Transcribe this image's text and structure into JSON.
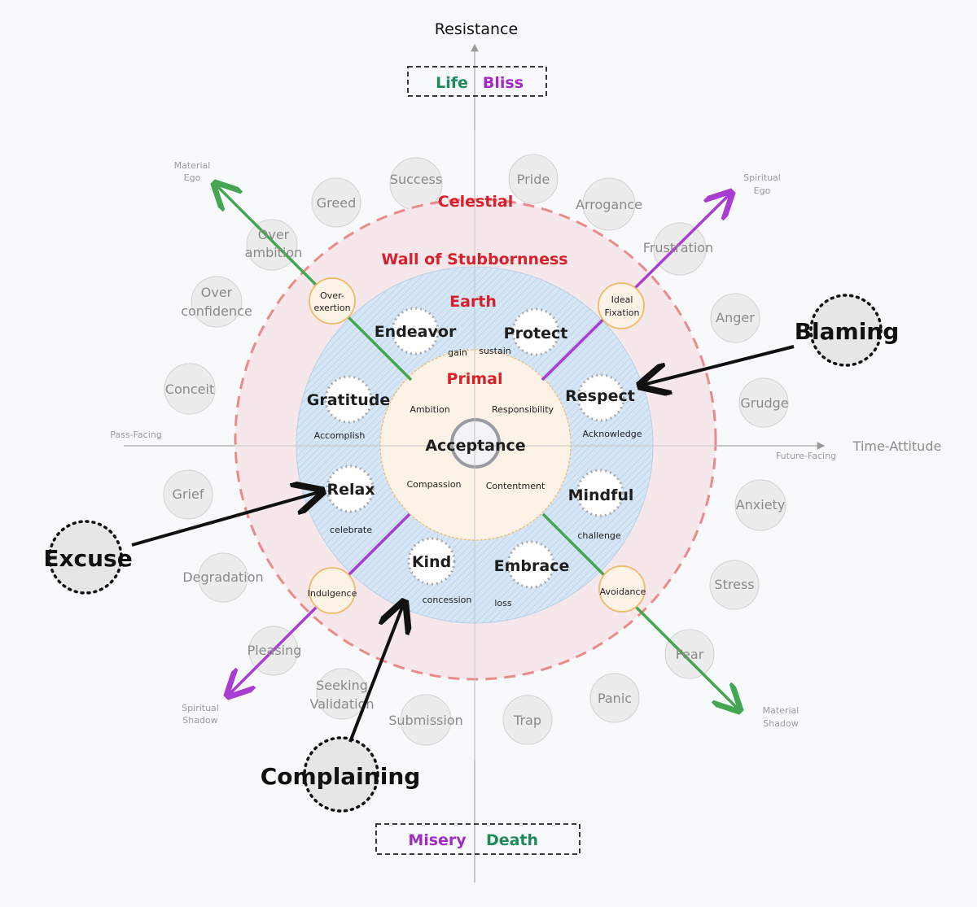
{
  "axes": {
    "top": "Resistance",
    "right": "Time-Attitude",
    "left_small": "Pass-Facing",
    "right_small": "Future-Facing",
    "top_box": {
      "left": "Life",
      "right": "Bliss"
    },
    "bottom_box": {
      "left": "Misery",
      "right": "Death"
    }
  },
  "diagonals": {
    "material_ego": {
      "line1": "Material",
      "line2": "Ego"
    },
    "spiritual_ego": {
      "line1": "Spiritual",
      "line2": "Ego"
    },
    "spiritual_shadow": {
      "line1": "Spiritual",
      "line2": "Shadow"
    },
    "material_shadow": {
      "line1": "Material",
      "line2": "Shadow"
    }
  },
  "rings": {
    "celestial": "Celestial",
    "wall": "Wall of Stubbornness",
    "earth": "Earth",
    "primal": "Primal",
    "center": "Acceptance"
  },
  "earth_virtues": {
    "endeavor": "Endeavor",
    "protect": "Protect",
    "gratitude": "Gratitude",
    "respect": "Respect",
    "relax": "Relax",
    "mindful": "Mindful",
    "kind": "Kind",
    "embrace": "Embrace"
  },
  "earth_small": {
    "gain": "gain",
    "sustain": "sustain",
    "accomplish": "Accomplish",
    "acknowledge": "Acknowledge",
    "celebrate": "celebrate",
    "challenge": "challenge",
    "concession": "concession",
    "loss": "loss"
  },
  "primal_words": {
    "ambition": "Ambition",
    "responsibility": "Responsibility",
    "compassion": "Compassion",
    "contentment": "Contentment"
  },
  "corner_nodes": {
    "over_exertion": {
      "line1": "Over-",
      "line2": "exertion"
    },
    "ideal_fixation": {
      "line1": "Ideal",
      "line2": "Fixation"
    },
    "indulgence": "Indulgence",
    "avoidance": "Avoidance"
  },
  "emotions": {
    "success": "Success",
    "pride": "Pride",
    "greed": "Greed",
    "arrogance": "Arrogance",
    "over_ambition": {
      "line1": "Over",
      "line2": "ambition"
    },
    "frustration": "Frustration",
    "over_confidence": {
      "line1": "Over",
      "line2": "confidence"
    },
    "anger": "Anger",
    "conceit": "Conceit",
    "grudge": "Grudge",
    "grief": "Grief",
    "anxiety": "Anxiety",
    "degradation": "Degradation",
    "stress": "Stress",
    "pleasing": "Pleasing",
    "fear": "Fear",
    "seeking_validation": {
      "line1": "Seeking",
      "line2": "Validation"
    },
    "panic": "Panic",
    "submission": "Submission",
    "trap": "Trap"
  },
  "behaviors": {
    "blaming": "Blaming",
    "excuse": "Excuse",
    "complaining": "Complaining"
  },
  "colors": {
    "red": "#d8202d",
    "green": "#1f8a5a",
    "purple": "#a02cc4",
    "arrow_green": "#44a552",
    "arrow_purple": "#a83ed1"
  }
}
